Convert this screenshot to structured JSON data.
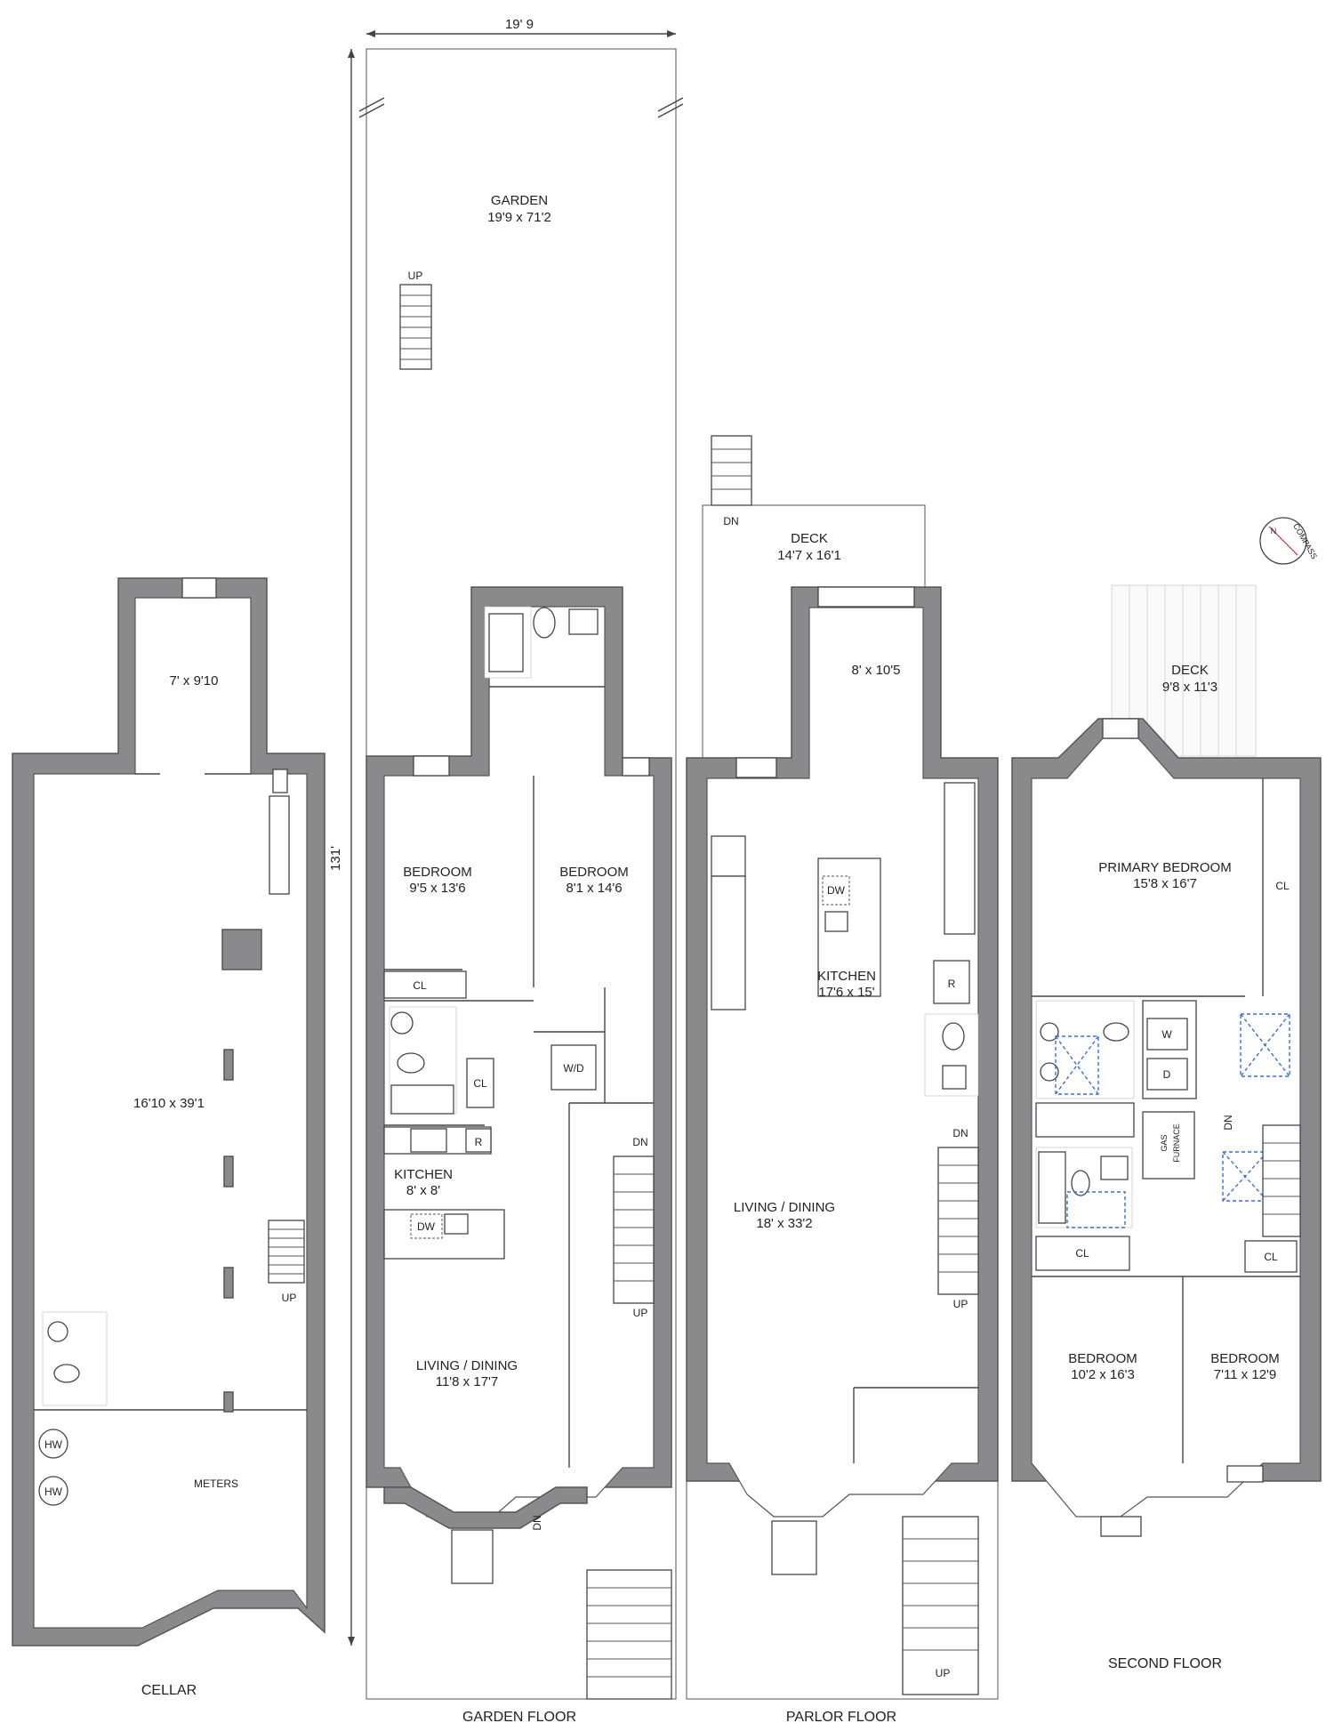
{
  "dimensions": {
    "width_top": "19' 9",
    "length_side": "131'"
  },
  "cellar": {
    "title": "CELLAR",
    "rooms": {
      "front_small": "7' x 9'10",
      "main": "16'10 x 39'1",
      "meters": "METERS",
      "hw1": "HW",
      "hw2": "HW",
      "stair": "UP"
    }
  },
  "garden_floor": {
    "title": "GARDEN FLOOR",
    "garden": {
      "name": "GARDEN",
      "size": "19'9 x 71'2",
      "stair": "UP"
    },
    "bedroom1": {
      "name": "BEDROOM",
      "size": "9'5 x 13'6"
    },
    "bedroom2": {
      "name": "BEDROOM",
      "size": "8'1 x 14'6"
    },
    "kitchen": {
      "name": "KITCHEN",
      "size": "8' x 8'"
    },
    "living": {
      "name": "LIVING / DINING",
      "size": "11'8 x 17'7"
    },
    "closet1": "CL",
    "closet2": "CL",
    "wd": "W/D",
    "fridge": "R",
    "dishwasher": "DW",
    "stair_dn": "DN",
    "stair_up": "UP",
    "front_dn": "DN"
  },
  "parlor_floor": {
    "title": "PARLOR FLOOR",
    "deck": {
      "name": "DECK",
      "size": "14'7 x 16'1",
      "stair": "DN"
    },
    "rear_room": "8' x 10'5",
    "kitchen": {
      "name": "KITCHEN",
      "size": "17'6 x 15'"
    },
    "living": {
      "name": "LIVING / DINING",
      "size": "18' x 33'2"
    },
    "dishwasher": "DW",
    "fridge": "R",
    "stair_dn": "DN",
    "stair_up": "UP",
    "stoop_up": "UP"
  },
  "second_floor": {
    "title": "SECOND FLOOR",
    "deck": {
      "name": "DECK",
      "size": "9'8 x 11'3"
    },
    "primary": {
      "name": "PRIMARY BEDROOM",
      "size": "15'8 x 16'7"
    },
    "bedroom1": {
      "name": "BEDROOM",
      "size": "10'2 x 16'3"
    },
    "bedroom2": {
      "name": "BEDROOM",
      "size": "7'11 x 12'9"
    },
    "closet_primary": "CL",
    "closet_hall": "CL",
    "closet_b2": "CL",
    "washer": "W",
    "dryer": "D",
    "furnace_l1": "GAS",
    "furnace_l2": "FURNACE",
    "stair_dn": "DN",
    "compass": "COMPASS",
    "compass_n": "N"
  },
  "colors": {
    "wall": "#8a8a8c",
    "skylight": "#3a6fd8"
  }
}
